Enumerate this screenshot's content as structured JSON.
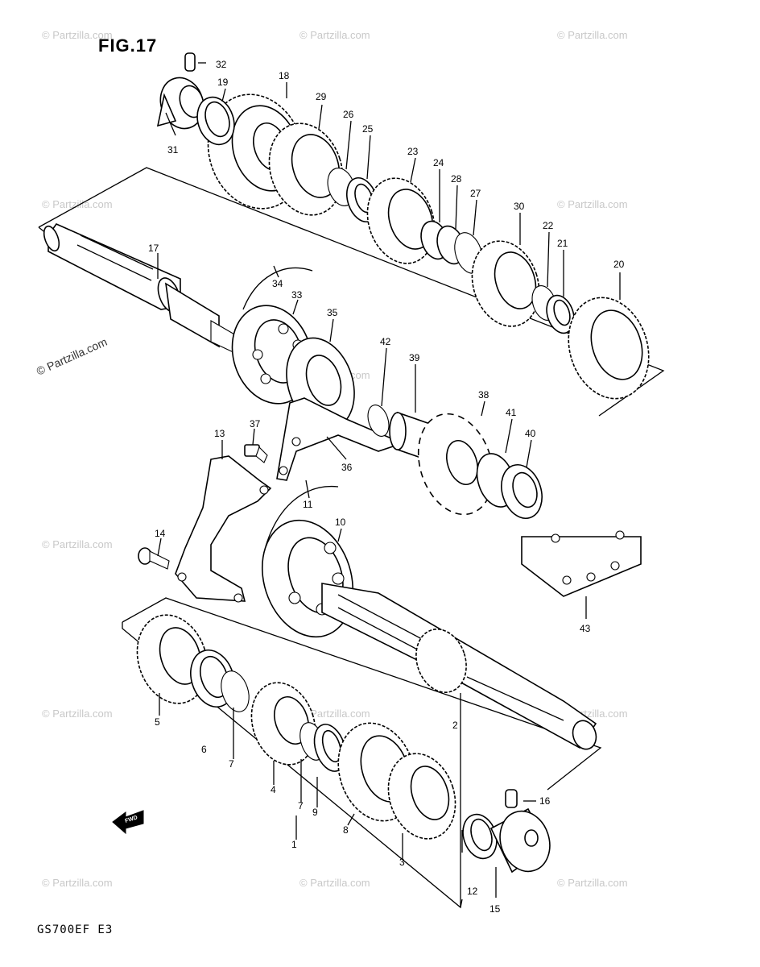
{
  "figure": {
    "title": "FIG.17",
    "model_code": "GS700EF  E3",
    "watermark": "© Partzilla.com",
    "fwd_label": "FWD"
  },
  "callouts": [
    "1",
    "2",
    "3",
    "4",
    "5",
    "6",
    "7",
    "7",
    "8",
    "9",
    "10",
    "11",
    "12",
    "13",
    "14",
    "15",
    "16",
    "17",
    "18",
    "19",
    "20",
    "21",
    "22",
    "23",
    "24",
    "25",
    "26",
    "27",
    "28",
    "29",
    "30",
    "31",
    "32",
    "33",
    "34",
    "35",
    "36",
    "37",
    "38",
    "39",
    "40",
    "41",
    "42",
    "43"
  ]
}
